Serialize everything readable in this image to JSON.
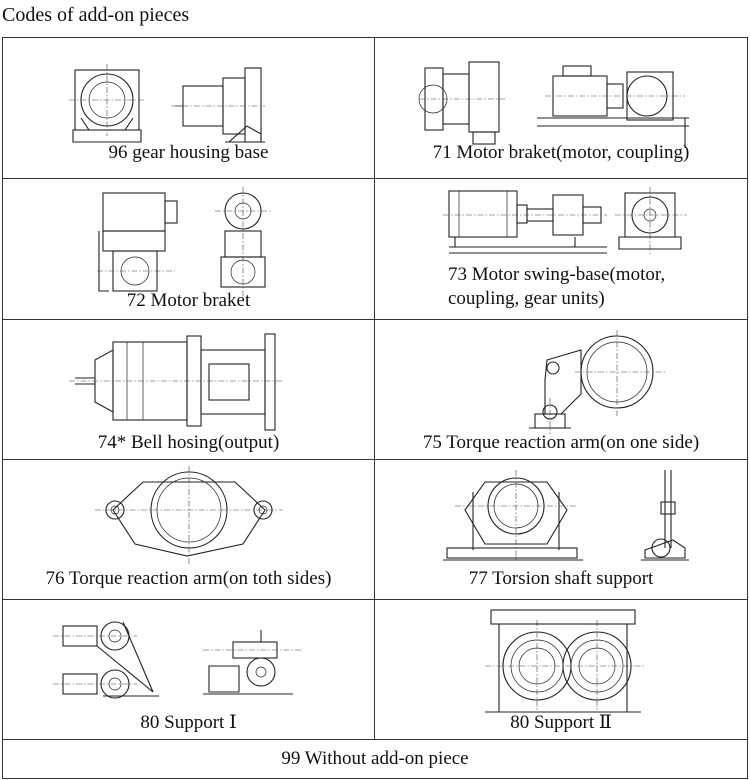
{
  "heading": "Codes of add-on pieces",
  "items": [
    {
      "code": "96",
      "label": "96 gear housing base"
    },
    {
      "code": "71",
      "label": "71 Motor braket(motor, coupling)"
    },
    {
      "code": "72",
      "label": "72 Motor braket"
    },
    {
      "code": "73",
      "label_line1": "73 Motor swing-base(motor,",
      "label_line2": "coupling, gear units)"
    },
    {
      "code": "74*",
      "label": "74* Bell hosing(output)"
    },
    {
      "code": "75",
      "label": "75 Torque reaction arm(on one side)"
    },
    {
      "code": "76",
      "label": "76 Torque reaction arm(on toth sides)"
    },
    {
      "code": "77",
      "label": "77 Torsion shaft support"
    },
    {
      "code": "80-I",
      "label": "80 Support Ⅰ"
    },
    {
      "code": "80-II",
      "label": "80 Support Ⅱ"
    },
    {
      "code": "99",
      "label": "99 Without add-on piece"
    }
  ]
}
